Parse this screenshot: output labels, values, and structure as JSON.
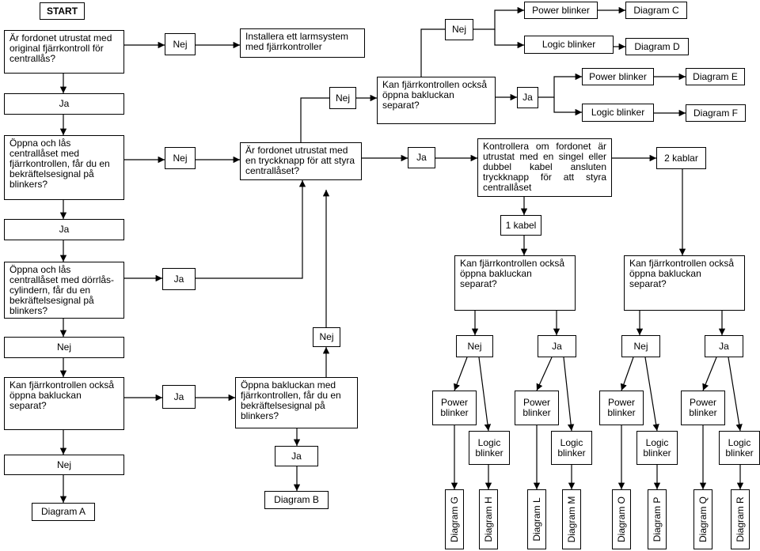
{
  "nodes": {
    "start": "START",
    "q_orig_remote": "Är fordonet utrustat med original fjärrkontroll för centrallås?",
    "ja1": "Ja",
    "nej_install": "Nej",
    "install_alarm": "Installera ett larmsystem med fjärrkontroller",
    "q_blinkers_remote": "Öppna och lås centrallåset med fjärrkontrollen, får du en bekräftelsesignal på blinkers?",
    "nej2": "Nej",
    "q_pushbutton": "Är fordonet utrustat med en tryckknapp för att styra centrallåset?",
    "nej3": "Nej",
    "q_trunk_top": "Kan fjärrkontrollen också öppna bakluckan separat?",
    "nej_top": "Nej",
    "ja_top": "Ja",
    "power_c": "Power blinker",
    "logic_d": "Logic blinker",
    "diag_c": "Diagram C",
    "diag_d": "Diagram D",
    "power_e": "Power blinker",
    "logic_f": "Logic blinker",
    "diag_e": "Diagram E",
    "diag_f": "Diagram F",
    "ja_cable": "Ja",
    "check_cable": "Kontrollera om fordonet är utrustat med en singel eller dubbel kabel ansluten tryckknapp för att styra centrallåset",
    "two_cables": "2 kablar",
    "one_cable": "1 kabel",
    "ja4": "Ja",
    "q_door_lock": "Öppna och lås centrallåset med dörrlås-cylindern, får du en bekräftelsesignal på blinkers?",
    "ja5": "Ja",
    "nej_mid": "Nej",
    "nej6": "Nej",
    "q_trunk_left": "Kan fjärrkontrollen också öppna bakluckan separat?",
    "ja7": "Ja",
    "q_open_trunk": "Öppna bakluckan med fjärrkontrollen, får du en bekräftelsesignal på blinkers?",
    "nej8": "Nej",
    "ja9": "Ja",
    "diag_a": "Diagram A",
    "diag_b": "Diagram B",
    "q_trunk_r1": "Kan fjärrkontrollen också öppna bakluckan separat?",
    "q_trunk_r2": "Kan fjärrkontrollen också öppna bakluckan separat?",
    "nej_g": "Nej",
    "ja_l": "Ja",
    "nej_o": "Nej",
    "ja_q": "Ja",
    "power_g": "Power blinker",
    "logic_h": "Logic blinker",
    "power_l": "Power blinker",
    "logic_m": "Logic blinker",
    "power_o": "Power blinker",
    "logic_p": "Logic blinker",
    "power_q": "Power blinker",
    "logic_r": "Logic blinker",
    "diag_g": "Diagram G",
    "diag_h": "Diagram H",
    "diag_l": "Diagram L",
    "diag_m": "Diagram M",
    "diag_o": "Diagram O",
    "diag_p": "Diagram P",
    "diag_q": "Diagram Q",
    "diag_r": "Diagram R"
  }
}
